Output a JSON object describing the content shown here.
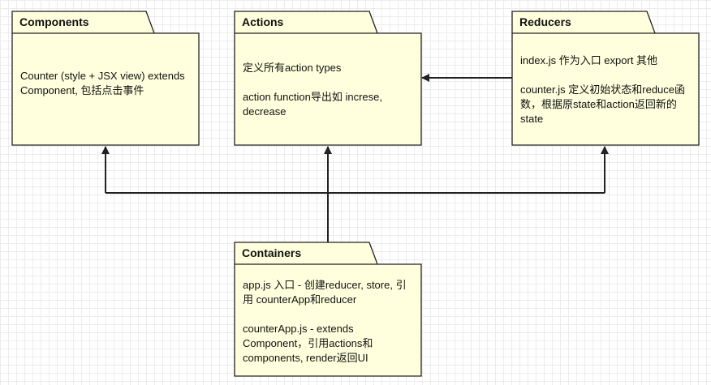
{
  "colors": {
    "folder_fill": "#ffffdd",
    "stroke": "#222222",
    "grid": "#ececec"
  },
  "packages": {
    "components": {
      "title": "Components",
      "lines": [
        "Counter (style + JSX view) extends Component, 包括点击事件"
      ]
    },
    "actions": {
      "title": "Actions",
      "lines": [
        "定义所有action types",
        "action function导出如 increse, decrease"
      ]
    },
    "reducers": {
      "title": "Reducers",
      "lines": [
        "index.js 作为入口 export 其他",
        "counter.js 定义初始状态和reduce函数，根据原state和action返回新的state"
      ]
    },
    "containers": {
      "title": "Containers",
      "lines": [
        "app.js 入口 - 创建reducer, store, 引用 counterApp和reducer",
        "counterApp.js - extends Component，引用actions和components, render返回UI"
      ]
    }
  }
}
